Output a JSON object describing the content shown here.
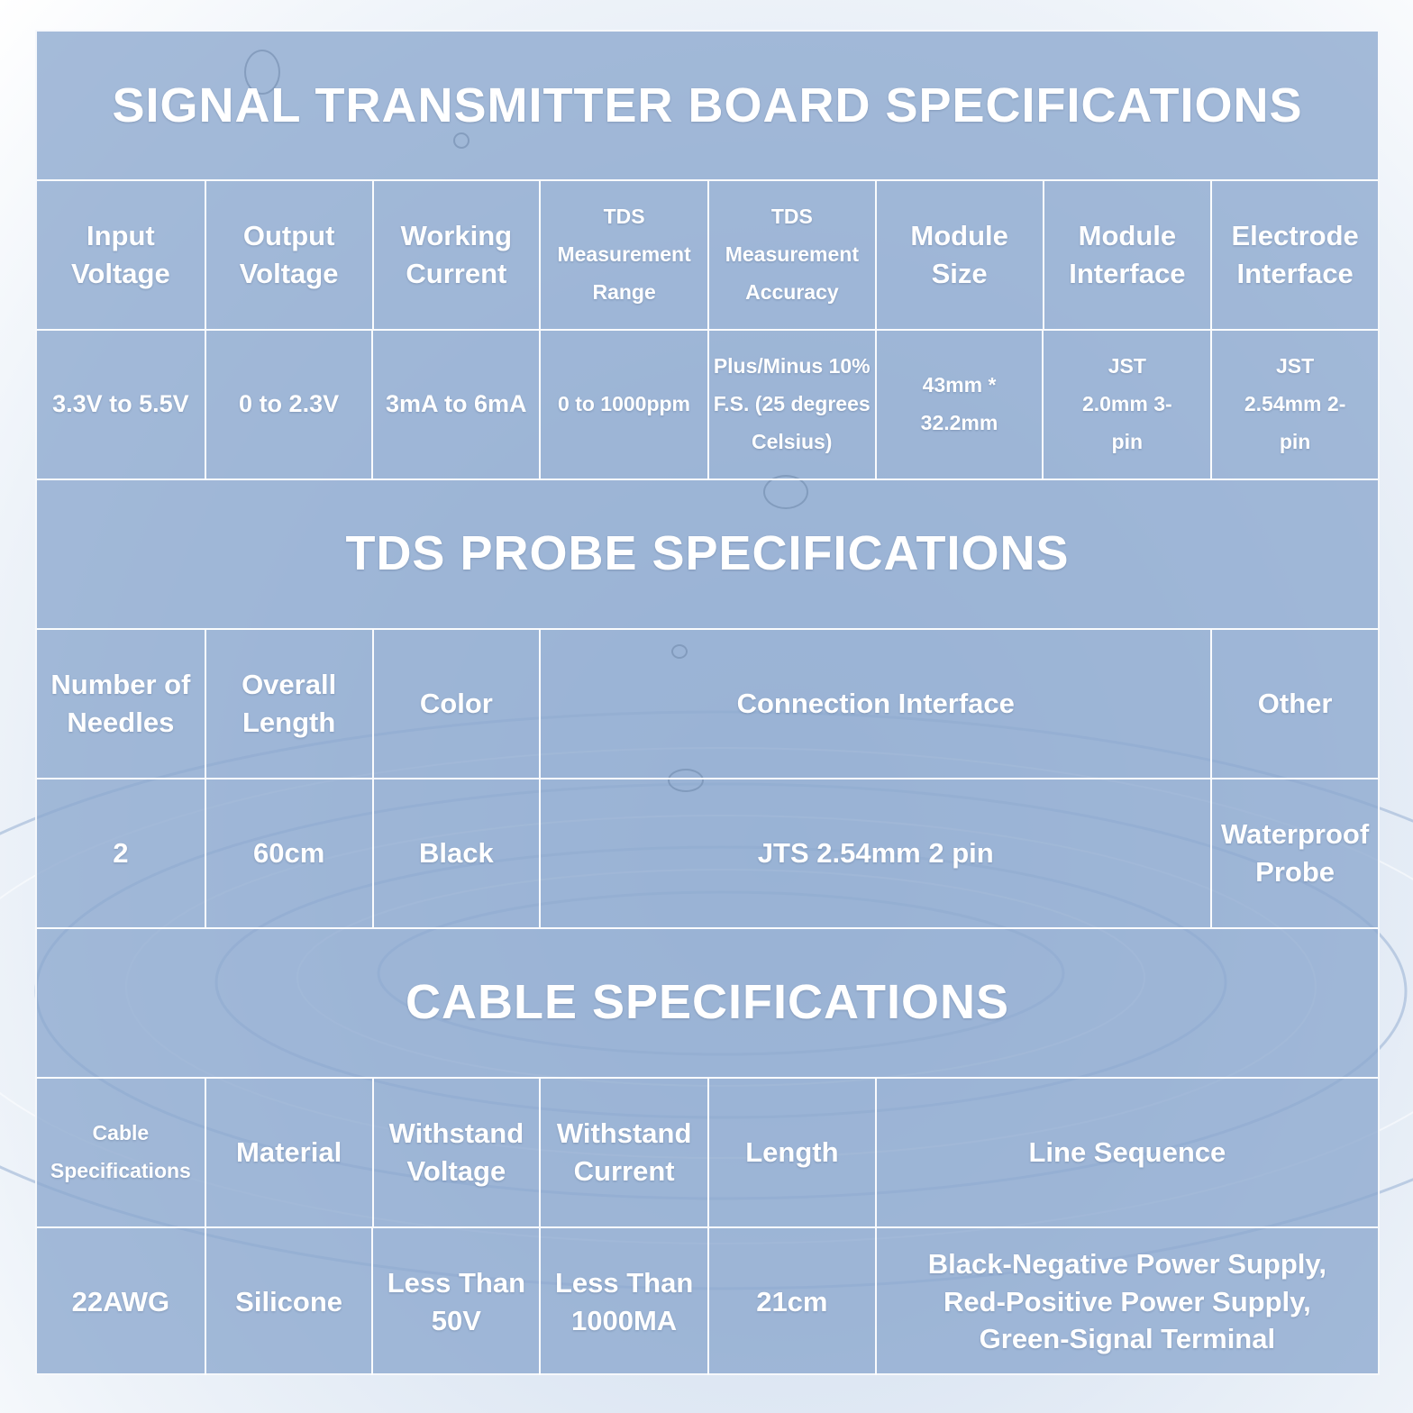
{
  "sections": {
    "board": {
      "title": "SIGNAL TRANSMITTER BOARD SPECIFICATIONS",
      "headers": [
        "Input Voltage",
        "Output Voltage",
        "Working Current",
        "TDS Measurement Range",
        "TDS Measurement Accuracy",
        "Module Size",
        "Module Interface",
        "Electrode Interface"
      ],
      "values": [
        "3.3V to 5.5V",
        "0 to 2.3V",
        "3mA to 6mA",
        "0 to 1000ppm",
        "Plus/Minus 10% F.S. (25 degrees Celsius)",
        "43mm * 32.2mm",
        "JST 2.0mm 3-pin",
        "JST 2.54mm 2-pin"
      ]
    },
    "probe": {
      "title": "TDS PROBE SPECIFICATIONS",
      "headers": [
        "Number of Needles",
        "Overall Length",
        "Color",
        "Connection Interface",
        "Other"
      ],
      "values": [
        "2",
        "60cm",
        "Black",
        "JTS 2.54mm 2 pin",
        "Waterproof Probe"
      ]
    },
    "cable": {
      "title": "CABLE SPECIFICATIONS",
      "headers": [
        "Cable Specifications",
        "Material",
        "Withstand Voltage",
        "Withstand Current",
        "Length",
        "Line Sequence"
      ],
      "values": [
        "22AWG",
        "Silicone",
        "Less Than 50V",
        "Less Than 1000MA",
        "21cm",
        "Black-Negative Power Supply, Red-Positive Power Supply, Green-Signal Terminal"
      ]
    }
  },
  "colors": {
    "panel": "#8ca8ce",
    "grid_lines": "#ffffff",
    "text": "#ffffff"
  }
}
